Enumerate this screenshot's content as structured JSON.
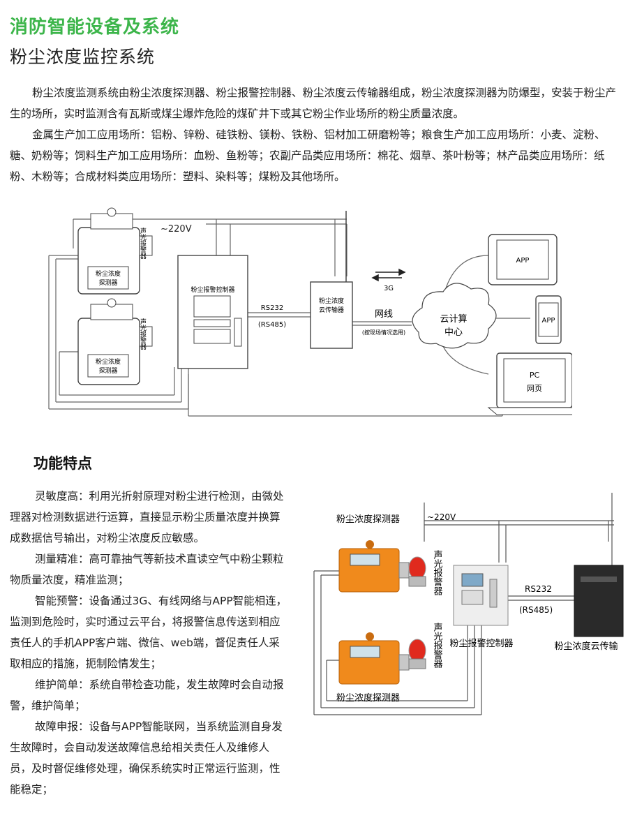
{
  "header": {
    "category": "消防智能设备及系统",
    "title": "粉尘浓度监控系统"
  },
  "intro": {
    "p1": "粉尘浓度监测系统由粉尘浓度探测器、粉尘报警控制器、粉尘浓度云传输器组成，粉尘浓度探测器为防爆型，安装于粉尘产生的场所，实时监测含有瓦斯或煤尘爆炸危险的煤矿井下或其它粉尘作业场所的粉尘质量浓度。",
    "p2": "金属生产加工应用场所：铝粉、锌粉、硅铁粉、镁粉、铁粉、铝材加工研磨粉等；粮食生产加工应用场所：小麦、淀粉、糖、奶粉等；饲料生产加工应用场所：血粉、鱼粉等；农副产品类应用场所：棉花、烟草、茶叶粉等；林产品类应用场所：纸粉、木粉等；合成材料类应用场所：塑料、染料等；煤粉及其他场所。"
  },
  "diagram1": {
    "power": "~220V",
    "sound_light": "声光报警器",
    "detector_1": "粉尘浓度",
    "detector_2": "探测器",
    "controller": "粉尘报警控制器",
    "rs232": "RS232",
    "rs485": "(RS485)",
    "transmitter_1": "粉尘浓度",
    "transmitter_2": "云传输器",
    "signal": "3G",
    "network": "网线",
    "network_note": "(按现场情况选用)",
    "cloud_1": "云计算",
    "cloud_2": "中心",
    "tablet_app": "APP",
    "phone_app": "APP",
    "pc_1": "PC",
    "pc_2": "网页"
  },
  "features": {
    "title": "功能特点",
    "items": [
      "灵敏度高：利用光折射原理对粉尘进行检测，由微处理器对检测数据进行运算，直接显示粉尘质量浓度并换算成数据信号输出，对粉尘浓度反应敏感。",
      "测量精准：高可靠抽气等新技术直读空气中粉尘颗粒物质量浓度，精准监测；",
      "智能预警：设备通过3G、有线网络与APP智能相连，监测到危险时，实时通过云平台，将报警信息传送到相应责任人的手机APP客户端、微信、web端，督促责任人采取相应的措施，扼制险情发生；",
      "维护简单：系统自带检查功能，发生故障时会自动报警，维护简单；",
      "故障申报：设备与APP智能联网，当系统监测自身发生故障时，会自动发送故障信息给相关责任人及维修人员，及时督促维修处理，确保系统实时正常运行监测，性能稳定；"
    ]
  },
  "diagram2": {
    "detector_top": "粉尘浓度探测器",
    "power": "~220V",
    "sound_light_1": "声光报警器",
    "sound_light_2": "声光报警器",
    "controller": "粉尘报警控制器",
    "rs232": "RS232",
    "rs485": "(RS485)",
    "transmitter": "粉尘浓度云传输",
    "detector_bottom": "粉尘浓度探测器"
  },
  "colors": {
    "brand_green": "#3cb54a",
    "device_orange": "#f08a1c",
    "line_gray": "#666666"
  }
}
